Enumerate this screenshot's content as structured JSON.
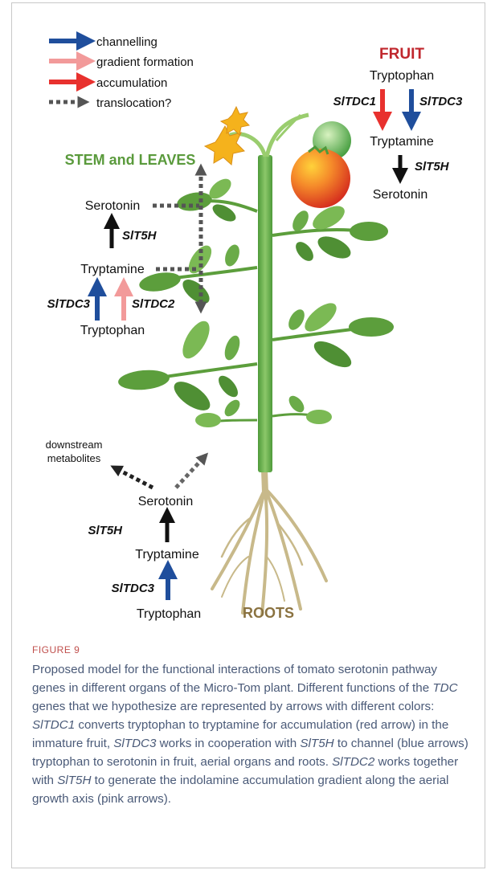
{
  "legend": {
    "channelling": "channelling",
    "gradient": "gradient formation",
    "accumulation": "accumulation",
    "translocation": "translocation?"
  },
  "organs": {
    "fruit": "FRUIT",
    "stem_leaves": "STEM and LEAVES",
    "roots": "ROOTS"
  },
  "fruit": {
    "tryptophan": "Tryptophan",
    "tryptamine": "Tryptamine",
    "serotonin": "Serotonin",
    "tdc1": "SlTDC1",
    "tdc3": "SlTDC3",
    "t5h": "SlT5H"
  },
  "stem": {
    "serotonin": "Serotonin",
    "tryptamine": "Tryptamine",
    "tryptophan": "Tryptophan",
    "t5h": "SlT5H",
    "tdc3": "SlTDC3",
    "tdc2": "SlTDC2"
  },
  "roots": {
    "downstream": "downstream",
    "metabolites": "metabolites",
    "serotonin": "Serotonin",
    "tryptamine": "Tryptamine",
    "tryptophan": "Tryptophan",
    "t5h": "SlT5H",
    "tdc3": "SlTDC3"
  },
  "caption": {
    "label": "FIGURE 9",
    "p1": "Proposed model for the functional interactions of tomato serotonin pathway genes in different organs of the Micro-Tom plant. Different functions of the ",
    "tdc": "TDC",
    "p2": " genes that we hypothesize are represented by arrows with different colors: ",
    "g1": "SlTDC1",
    "p3": " converts tryptophan to tryptamine for accumulation (red arrow) in the immature fruit, ",
    "g3": "SlTDC3",
    "p4": " works in cooperation with ",
    "g5": "SlT5H",
    "p5": " to channel (blue arrows) tryptophan to serotonin in fruit, aerial organs and roots. ",
    "g2": "SlTDC2",
    "p6": " works together with ",
    "g5b": "SlT5H",
    "p7": " to generate the indolamine accumulation gradient along the aerial growth axis (pink arrows)."
  },
  "colors": {
    "channelling": "#1f4e9c",
    "gradient": "#f29a9a",
    "accumulation": "#e8312e",
    "translocation": "#555555",
    "fruit_title": "#c0272d",
    "stem_title": "#5a9a3c",
    "roots_title": "#8a7240",
    "caption_label": "#c0504d",
    "caption_text": "#4a5a78"
  }
}
